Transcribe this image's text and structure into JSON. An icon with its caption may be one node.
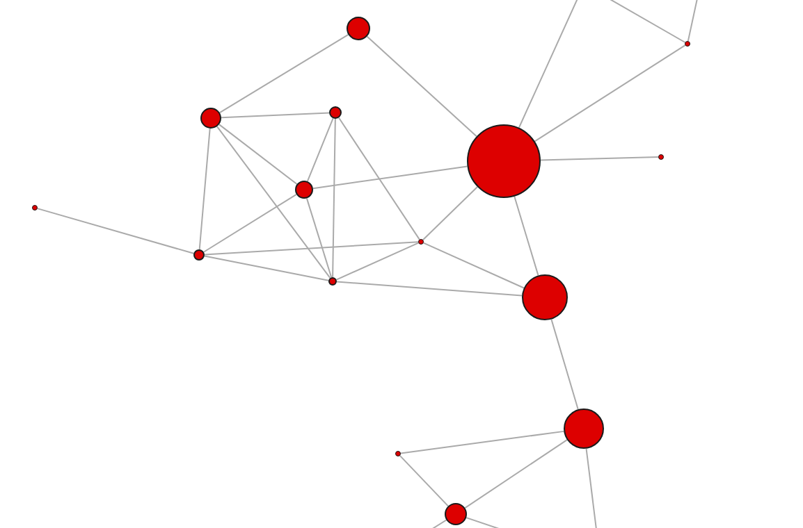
{
  "diagram": {
    "nodes": [
      {
        "text": [],
        "shape": "circle"
      },
      {
        "text": [],
        "shape": "circle"
      },
      {
        "text": [],
        "shape": "circle"
      },
      {
        "text": [],
        "shape": "circle"
      },
      {
        "text": [],
        "shape": "circle"
      },
      {
        "text": [],
        "shape": "circle"
      },
      {
        "text": [],
        "shape": "circle"
      },
      {
        "text": [],
        "shape": "circle"
      },
      {
        "text": [],
        "shape": "circle"
      },
      {
        "text": [],
        "shape": "circle"
      },
      {
        "text": [],
        "shape": "circle"
      },
      {
        "text": [],
        "shape": "circle"
      },
      {
        "text": [],
        "shape": "circle"
      },
      {
        "text": [],
        "shape": "circle"
      },
      {
        "text": [],
        "shape": "circle"
      }
    ],
    "edges": [
      {
        "from": 0,
        "to": 1,
        "arrow": "none"
      },
      {
        "from": 0,
        "to": 8,
        "arrow": "none"
      },
      {
        "from": 1,
        "to": 2,
        "arrow": "none"
      },
      {
        "from": 1,
        "to": 3,
        "arrow": "none"
      },
      {
        "from": 1,
        "to": 7,
        "arrow": "none"
      },
      {
        "from": 1,
        "to": 5,
        "arrow": "none"
      },
      {
        "from": 2,
        "to": 3,
        "arrow": "none"
      },
      {
        "from": 2,
        "to": 7,
        "arrow": "none"
      },
      {
        "from": 2,
        "to": 6,
        "arrow": "none"
      },
      {
        "from": 3,
        "to": 8,
        "arrow": "none"
      },
      {
        "from": 3,
        "to": 5,
        "arrow": "none"
      },
      {
        "from": 3,
        "to": 7,
        "arrow": "none"
      },
      {
        "from": 5,
        "to": 4,
        "arrow": "none"
      },
      {
        "from": 5,
        "to": 6,
        "arrow": "none"
      },
      {
        "from": 5,
        "to": 7,
        "arrow": "none"
      },
      {
        "from": 7,
        "to": 6,
        "arrow": "none"
      },
      {
        "from": 7,
        "to": 11,
        "arrow": "none"
      },
      {
        "from": 6,
        "to": 8,
        "arrow": "none"
      },
      {
        "from": 6,
        "to": 11,
        "arrow": "none"
      },
      {
        "from": 8,
        "to": 11,
        "arrow": "none"
      },
      {
        "from": 8,
        "to": 9,
        "arrow": "none"
      },
      {
        "from": 8,
        "to": 10,
        "arrow": "none"
      },
      {
        "from": 11,
        "to": 12,
        "arrow": "none"
      },
      {
        "from": 12,
        "to": 13,
        "arrow": "none"
      },
      {
        "from": 12,
        "to": 14,
        "arrow": "none"
      },
      {
        "from": 13,
        "to": 14,
        "arrow": "none"
      },
      {
        "from": 8,
        "to": null,
        "arrow": "none"
      },
      {
        "from": 10,
        "to": null,
        "arrow": "none"
      },
      {
        "from": 10,
        "to": null,
        "arrow": "none"
      },
      {
        "from": 12,
        "to": null,
        "arrow": "none"
      },
      {
        "from": 14,
        "to": null,
        "arrow": "none"
      },
      {
        "from": 14,
        "to": null,
        "arrow": "none"
      }
    ]
  }
}
